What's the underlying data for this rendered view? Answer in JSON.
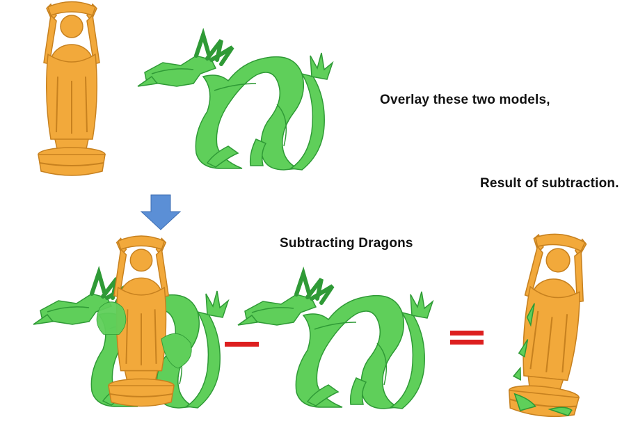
{
  "captions": {
    "overlay": "Overlay these two models,",
    "result": "Result of subtraction.",
    "subtract": "Subtracting Dragons"
  },
  "colors": {
    "buddha": "#f2a93b",
    "buddha_dark": "#c7811f",
    "dragon": "#5fcf5a",
    "dragon_dark": "#2f9a36",
    "arrow": "#5b8fd6",
    "operator": "#dd1f1f"
  },
  "icons": {
    "down_arrow": "arrow-down-icon",
    "minus": "minus-icon",
    "equals": "equals-icon"
  }
}
